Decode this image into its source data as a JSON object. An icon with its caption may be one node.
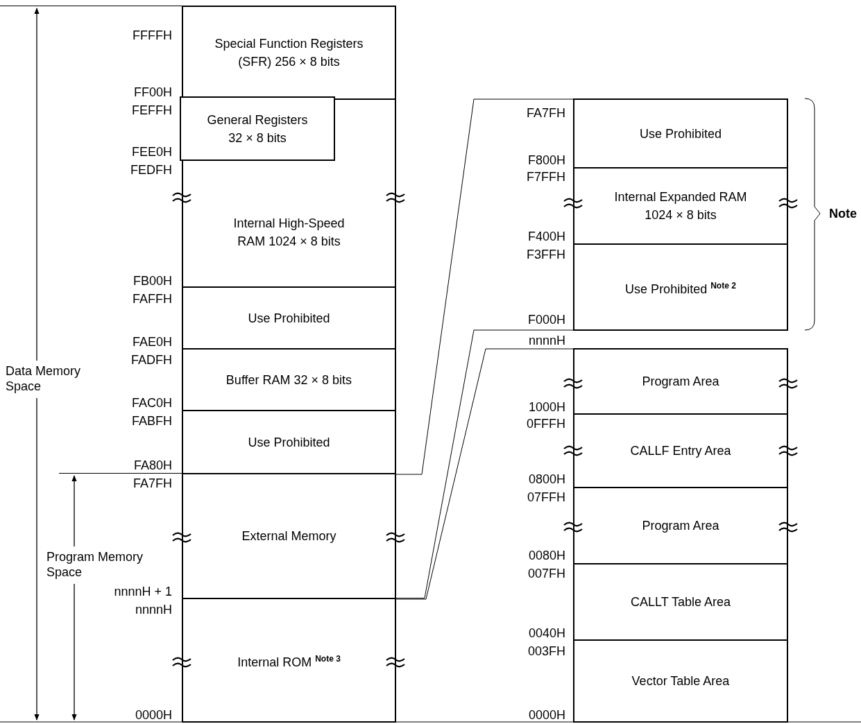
{
  "diagram": {
    "nodes": [
      {
        "text": [
          "Special Function Registers (SFR) 256 × 8 bits"
        ]
      },
      {
        "text": [
          "Internal High-Speed RAM 1024 × 8 bits"
        ]
      },
      {
        "text": [
          "General Registers 32 × 8 bits"
        ],
        "in": 1
      },
      {
        "text": [
          "Use Prohibited"
        ]
      },
      {
        "text": [
          "Buffer RAM 32 × 8 bits"
        ]
      },
      {
        "text": [
          "Use Prohibited"
        ]
      },
      {
        "text": [
          "External Memory"
        ]
      },
      {
        "text": [
          "Internal ROM $^{Note 3}$"
        ]
      },
      {
        "text": [
          "Use Prohibited"
        ]
      },
      {
        "text": [
          "Internal Expanded RAM 1024 × 8 bits"
        ]
      },
      {
        "text": [
          "Use Prohibited $^{Note 2}$"
        ]
      },
      {
        "text": [
          "Program Area"
        ]
      },
      {
        "text": [
          "CALLF Entry Area"
        ]
      },
      {
        "text": [
          "Program Area"
        ]
      },
      {
        "text": [
          "CALLT Table Area"
        ]
      },
      {
        "text": [
          "Vector Table Area"
        ]
      }
    ],
    "edges": [
      {
        "from": 6,
        "to": 8,
        "arrow": "none"
      },
      {
        "from": 6,
        "to": 10,
        "arrow": "none"
      },
      {
        "from": 7,
        "to": 11,
        "arrow": "none"
      }
    ],
    "labels": [
      "FFFFH",
      "FF00H",
      "FEFFH",
      "FEE0H",
      "FEDFH",
      "FB00H",
      "FAFFH",
      "FAE0H",
      "FADFH",
      "Data Memory Space",
      "FAC0H",
      "FABFH",
      "FA80H",
      "FA7FH",
      "Program Memory Space",
      "nnnnH + 1",
      "nnnnH",
      "0000H",
      "FA7FH",
      "F800H",
      "F7FFH",
      "F400H",
      "F3FFH",
      "F000H",
      "nnnnH",
      "1000H",
      "0FFFH",
      "0800H",
      "07FFH",
      "0080H",
      "007FH",
      "0040H",
      "003FH",
      "0000H",
      "Note"
    ]
  }
}
